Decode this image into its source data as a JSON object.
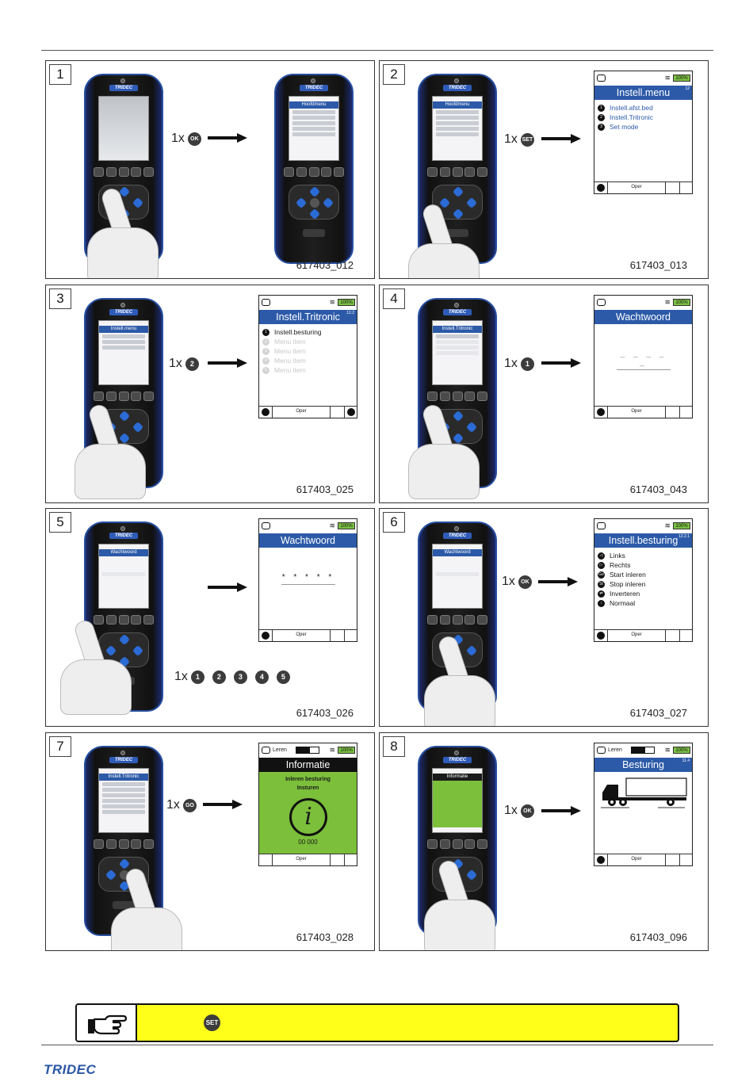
{
  "panels": [
    {
      "step": "1",
      "code": "617403_012",
      "instruction": {
        "count": "1x",
        "buttons": [
          "OK"
        ]
      },
      "device_screen": "Hoofdmenu"
    },
    {
      "step": "2",
      "code": "617403_013",
      "instruction": {
        "count": "1x",
        "buttons": [
          "SET"
        ]
      },
      "device_screen": "Hoofdmenu",
      "screen": {
        "battery": "100%",
        "title": "Instell.menu",
        "version": "12",
        "items": [
          {
            "num": "1",
            "label": "Instell.afst.bed"
          },
          {
            "num": "2",
            "label": "Instell.Tritronic"
          },
          {
            "num": "3",
            "label": "Set mode"
          }
        ],
        "footer": "Oper"
      }
    },
    {
      "step": "3",
      "code": "617403_025",
      "instruction": {
        "count": "1x",
        "buttons": [
          "2"
        ]
      },
      "device_screen": "Instell.menu",
      "screen": {
        "battery": "100%",
        "title": "Instell.Tritronic",
        "version": "12.2",
        "items": [
          {
            "num": "1",
            "label": "Instell.besturing"
          },
          {
            "num": "2",
            "label": "Menu item"
          },
          {
            "num": "3",
            "label": "Menu item"
          },
          {
            "num": "4",
            "label": "Menu item"
          },
          {
            "num": "5",
            "label": "Menu item"
          }
        ],
        "footer": "Oper"
      }
    },
    {
      "step": "4",
      "code": "617403_043",
      "instruction": {
        "count": "1x",
        "buttons": [
          "1"
        ]
      },
      "device_screen": "Instell.Tritronic",
      "screen": {
        "battery": "100%",
        "title": "Wachtwoord",
        "password": "_ _ _ _ _",
        "footer": "Oper"
      }
    },
    {
      "step": "5",
      "code": "617403_026",
      "instruction": {
        "count": "1x",
        "buttons": [
          "1",
          "2",
          "3",
          "4",
          "5"
        ]
      },
      "device_screen": "Wachtwoord",
      "screen": {
        "battery": "100%",
        "title": "Wachtwoord",
        "password": "* * * * *",
        "footer": "Oper"
      }
    },
    {
      "step": "6",
      "code": "617403_027",
      "instruction": {
        "count": "1x",
        "buttons": [
          "OK"
        ]
      },
      "device_screen": "Wachtwoord",
      "screen": {
        "battery": "100%",
        "title": "Instell.besturing",
        "version": "12.2.1",
        "items": [
          {
            "num": "◁",
            "label": "Links"
          },
          {
            "num": "▷",
            "label": "Rechts"
          },
          {
            "num": "Go",
            "label": "Start inleren"
          },
          {
            "num": "St",
            "label": "Stop inleren"
          },
          {
            "num": "⇄",
            "label": "Inverteren"
          },
          {
            "num": "↕",
            "label": "Normaal"
          }
        ],
        "footer": "Oper"
      }
    },
    {
      "step": "7",
      "code": "617403_028",
      "instruction": {
        "count": "1x",
        "buttons": [
          "GO"
        ]
      },
      "device_screen": "Instell.Tritronic",
      "screen": {
        "battery": "100%",
        "leren": "Leren",
        "title": "Informatie",
        "line1": "Inleren besturing",
        "line2": "Insturen",
        "number": "00 000",
        "footer": "Oper"
      }
    },
    {
      "step": "8",
      "code": "617403_096",
      "instruction": {
        "count": "1x",
        "buttons": [
          "OK"
        ]
      },
      "device_screen": "Informatie",
      "screen": {
        "battery": "100%",
        "leren": "Leren",
        "title": "Besturing",
        "version": "11.4",
        "footer": "Oper"
      }
    }
  ],
  "note": {
    "button": "SET"
  },
  "footer": {
    "logo": "TRIDEC"
  }
}
